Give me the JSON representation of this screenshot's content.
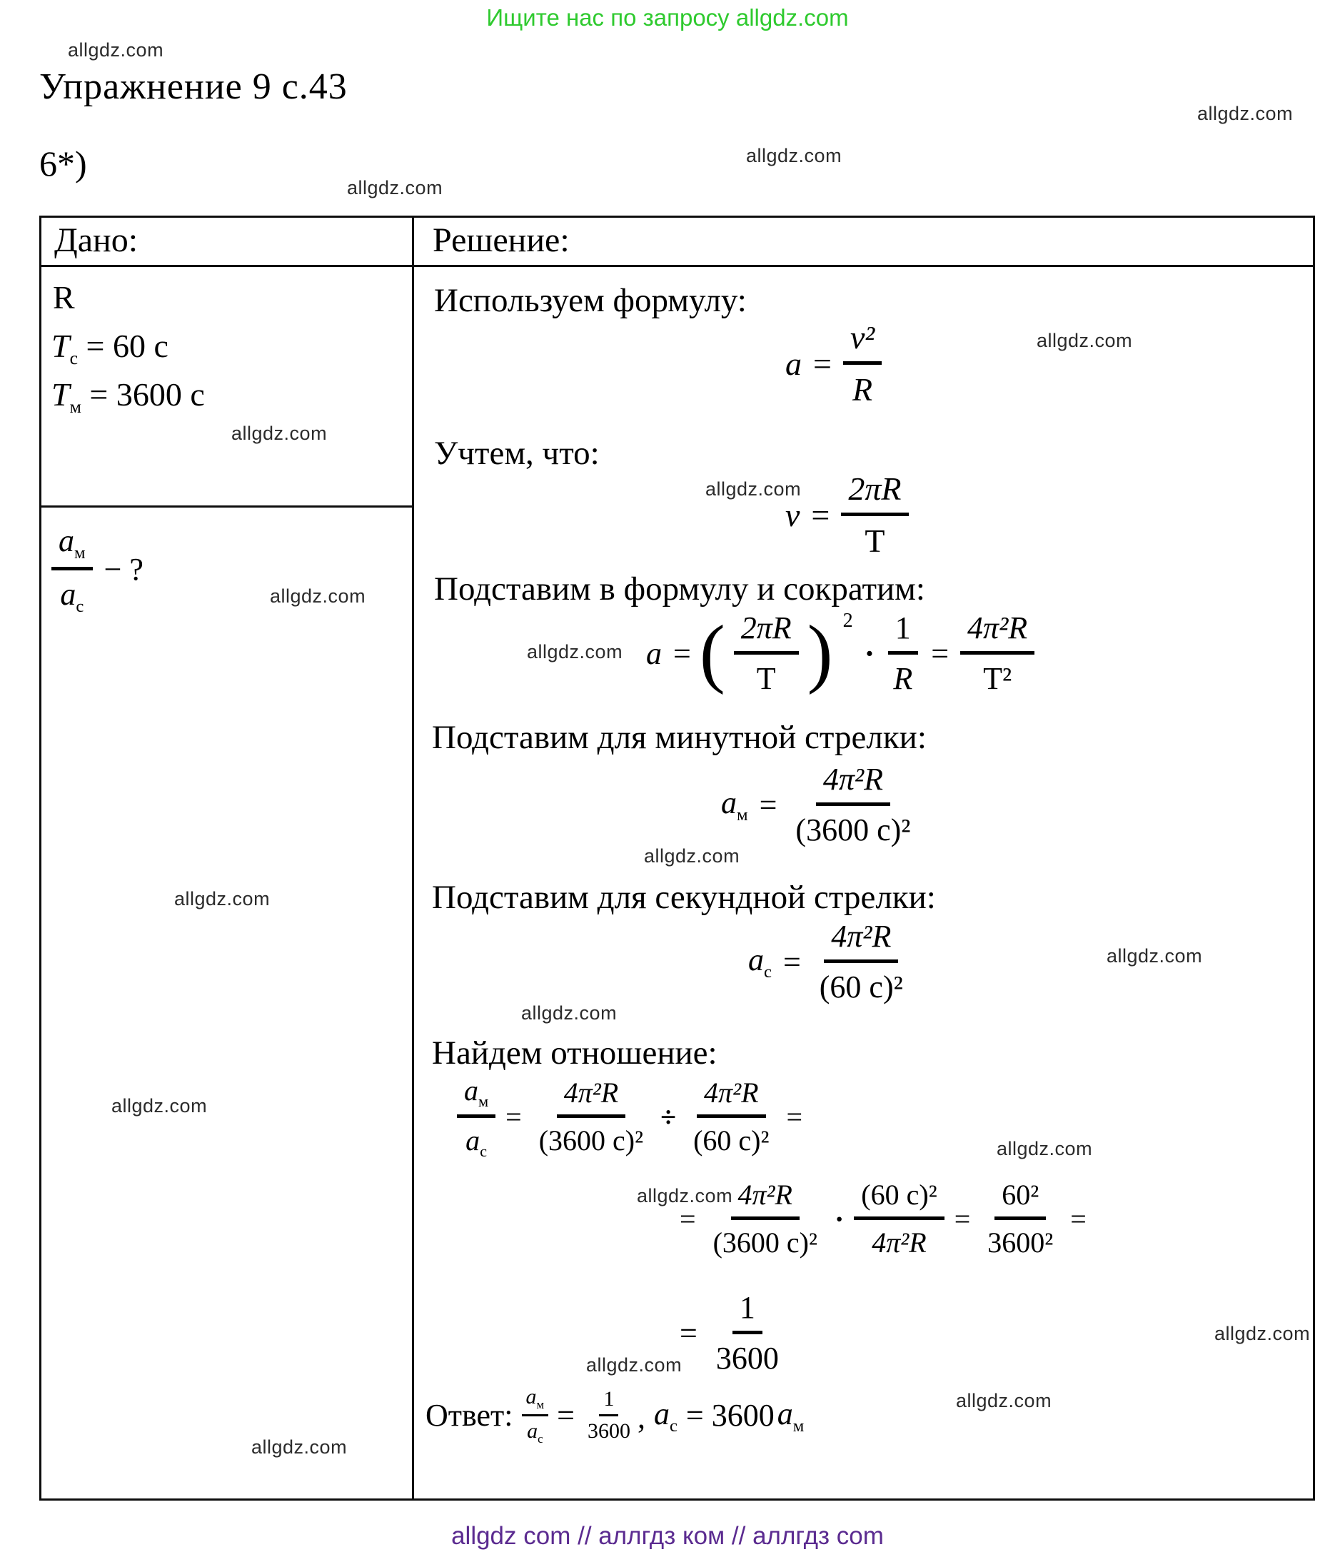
{
  "page": {
    "promo": "Ищите нас по запросу allgdz.com",
    "watermark": "allgdz.com",
    "title": "Упражнение 9 с.43",
    "problem_label": "6*)",
    "footer": "allgdz com  //  аллгдз ком  //  аллгдз com",
    "colors": {
      "promo_green": "#2fca2f",
      "footer_purple": "#5b2b90",
      "ink": "#0d0d0d"
    }
  },
  "table": {
    "given_header": "Дано:",
    "solution_header": "Решение:",
    "given": {
      "radius": "R",
      "t_sec": {
        "base": "T",
        "sub": "с",
        "value": "= 60 с"
      },
      "t_min": {
        "base": "T",
        "sub": "м",
        "value": "= 3600 с"
      },
      "question": {
        "num_base": "a",
        "num_sub": "м",
        "den_base": "a",
        "den_sub": "с",
        "mark": "− ?"
      }
    },
    "solution": {
      "step1": "Используем формулу:",
      "f1": {
        "lhs": "a",
        "eq": "=",
        "num": "v²",
        "den": "R"
      },
      "step2": "Учтем, что:",
      "f2": {
        "lhs": "v",
        "eq": "=",
        "num": "2πR",
        "den": "Т"
      },
      "step3": "Подставим в формулу и сократим:",
      "f3": {
        "lhs": "a",
        "eq": "=",
        "paren_open": "(",
        "p_num": "2πR",
        "p_den": "Т",
        "paren_close": ")",
        "p_sup": "2",
        "dot": "·",
        "m_num": "1",
        "m_den": "R",
        "eq2": "=",
        "r_num": "4π²R",
        "r_den": "Т²"
      },
      "step4": "Подставим для минутной стрелки:",
      "f4": {
        "lhs_base": "a",
        "lhs_sub": "м",
        "eq": "=",
        "num": "4π²R",
        "den": "(3600 с)²"
      },
      "step5": "Подставим для секундной стрелки:",
      "f5": {
        "lhs_base": "a",
        "lhs_sub": "с",
        "eq": "=",
        "num": "4π²R",
        "den": "(60 с)²"
      },
      "step6": "Найдем отношение:",
      "f6": {
        "l_num_base": "a",
        "l_num_sub": "м",
        "l_den_base": "a",
        "l_den_sub": "с",
        "eq": "=",
        "a_num": "4π²R",
        "a_den": "(3600 с)²",
        "div": "÷",
        "b_num": "4π²R",
        "b_den": "(60 с)²",
        "eq2": "="
      },
      "f7": {
        "eq": "=",
        "a_num": "4π²R",
        "a_den": "(3600 с)²",
        "dot": "·",
        "b_num": "(60 с)²",
        "b_den": "4π²R",
        "eq2": "=",
        "c_num": "60²",
        "c_den": "3600²",
        "eq3": "="
      },
      "f8": {
        "eq": "=",
        "num": "1",
        "den": "3600"
      },
      "answer": {
        "label": "Ответ:",
        "l_num_base": "a",
        "l_num_sub": "м",
        "l_den_base": "a",
        "l_den_sub": "с",
        "eq": "=",
        "num": "1",
        "den": "3600",
        "comma": ",",
        "r_base": "a",
        "r_sub": "с",
        "r_eq": "= 3600",
        "tail_base": "a",
        "tail_sub": "м"
      }
    }
  }
}
